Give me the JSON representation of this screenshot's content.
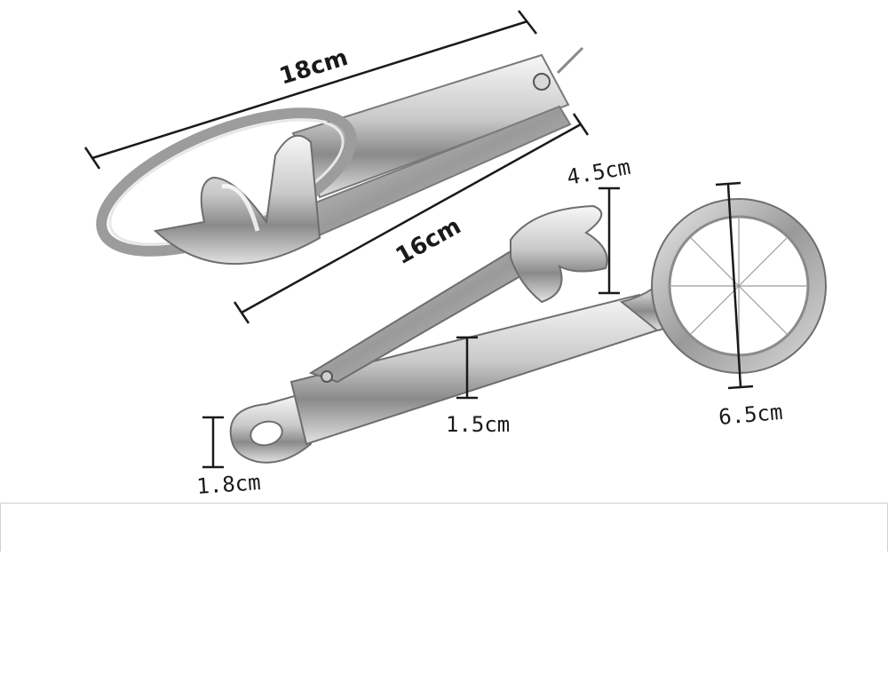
{
  "dimensions": {
    "total_length": "18cm",
    "handle_length": "16cm",
    "cup_height": "4.5cm",
    "handle_width": "1.5cm",
    "loop_size": "1.8cm",
    "ring_diameter": "6.5cm"
  },
  "colors": {
    "steel_light": "#f2f2f2",
    "steel_mid": "#bdbdbd",
    "steel_dark": "#6e6e6e",
    "line": "#1a1a1a"
  }
}
